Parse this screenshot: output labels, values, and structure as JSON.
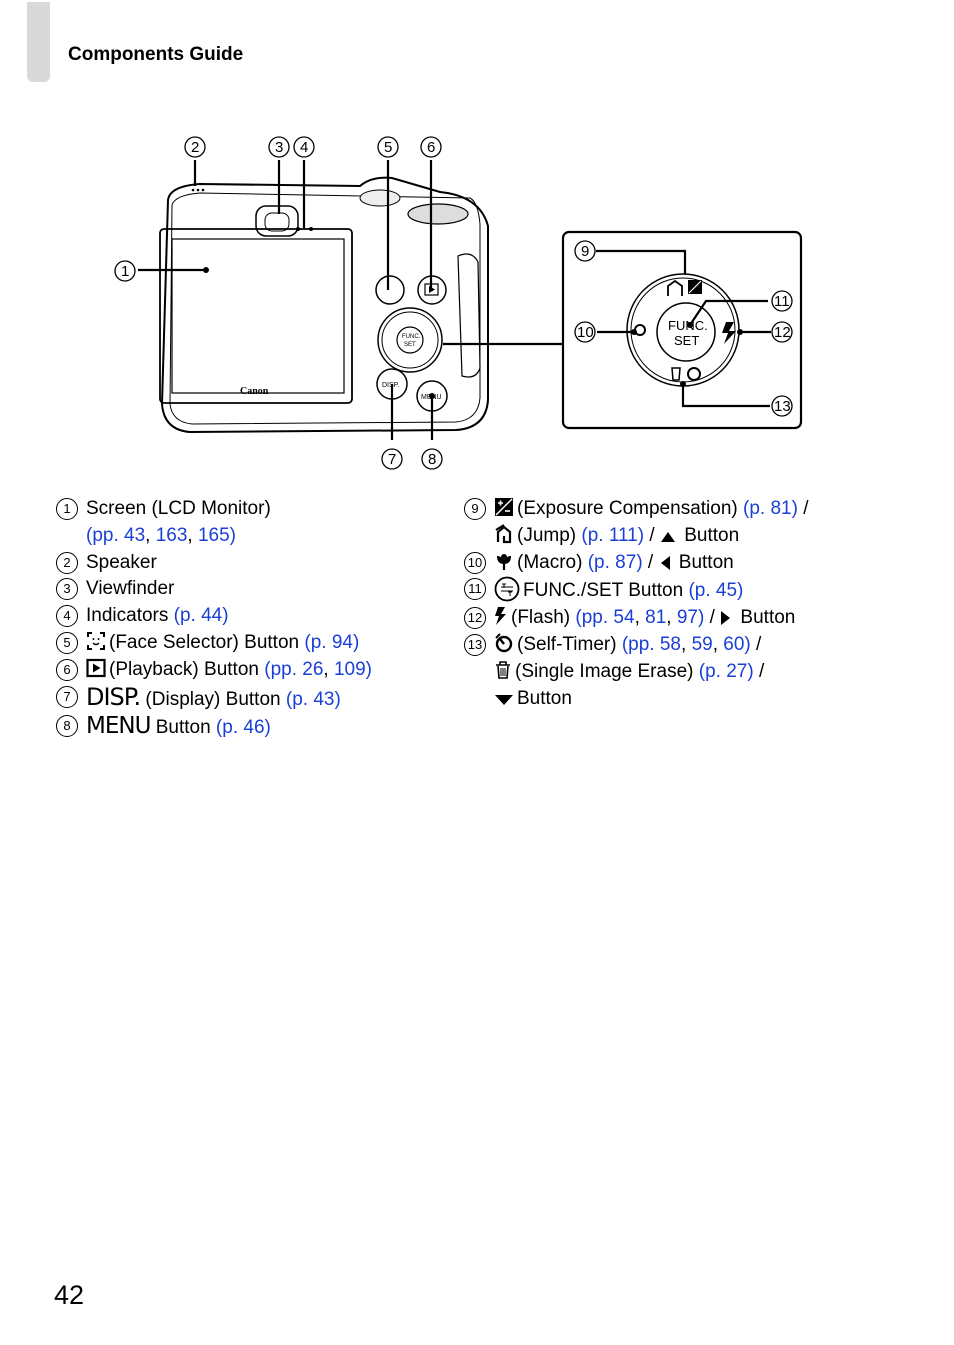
{
  "header": {
    "section_title": "Components Guide"
  },
  "page_number": "42",
  "icons": {
    "face_selector": "face-selector-icon",
    "playback": "playback-icon",
    "disp": "disp-icon",
    "menu": "menu-icon",
    "exposure": "exposure-compensation-icon",
    "jump": "jump-icon",
    "macro": "macro-icon",
    "func_set": "func-set-icon",
    "flash": "flash-icon",
    "self_timer": "self-timer-icon",
    "erase": "trash-icon",
    "up": "up-triangle-icon",
    "left": "left-triangle-icon",
    "right": "right-triangle-icon",
    "down": "down-triangle-icon"
  },
  "link_color": "#1a3fd6",
  "diagram": {
    "callouts": [
      "1",
      "2",
      "3",
      "4",
      "5",
      "6",
      "7",
      "8",
      "9",
      "10",
      "11",
      "12",
      "13"
    ],
    "camera_brand": "Canon",
    "button_labels": {
      "disp": "DISP.",
      "menu": "MENU",
      "func_top": "FUNC.",
      "func_bottom": "SET"
    }
  },
  "legend": {
    "items": [
      {
        "num": "1",
        "segments": [
          {
            "text": "Screen (LCD Monitor)"
          },
          {
            "text": "(pp. 43",
            "link": true
          },
          {
            "text": ", "
          },
          {
            "text": "163",
            "link": true
          },
          {
            "text": ", "
          },
          {
            "text": "165)",
            "link": true
          }
        ]
      },
      {
        "num": "2",
        "segments": [
          {
            "text": "Speaker"
          }
        ]
      },
      {
        "num": "3",
        "segments": [
          {
            "text": "Viewfinder"
          }
        ]
      },
      {
        "num": "4",
        "segments": [
          {
            "text": "Indicators "
          },
          {
            "text": "(p. 44)",
            "link": true
          }
        ]
      },
      {
        "num": "5",
        "segments": [
          {
            "text": "(Face Selector) Button "
          },
          {
            "text": "(p. 94)",
            "link": true
          }
        ]
      },
      {
        "num": "6",
        "segments": [
          {
            "text": "(Playback) Button "
          },
          {
            "text": "(pp. 26",
            "link": true
          },
          {
            "text": ", "
          },
          {
            "text": "109)",
            "link": true
          }
        ]
      },
      {
        "num": "7",
        "segments": [
          {
            "text": "DISP."
          },
          {
            "text": " (Display) Button "
          },
          {
            "text": "(p. 43)",
            "link": true
          }
        ]
      },
      {
        "num": "8",
        "segments": [
          {
            "text": "MENU"
          },
          {
            "text": " Button "
          },
          {
            "text": "(p. 46)",
            "link": true
          }
        ]
      },
      {
        "num": "9",
        "segments": [
          {
            "text": "(Exposure Compensation) "
          },
          {
            "text": "(p. 81)",
            "link": true
          },
          {
            "text": " /"
          },
          {
            "text": "(Jump) "
          },
          {
            "text": "(p. 111)",
            "link": true
          },
          {
            "text": " / "
          },
          {
            "text": " Button"
          }
        ]
      },
      {
        "num": "10",
        "segments": [
          {
            "text": "(Macro) "
          },
          {
            "text": "(p. 87)",
            "link": true
          },
          {
            "text": " / "
          },
          {
            "text": " Button"
          }
        ]
      },
      {
        "num": "11",
        "segments": [
          {
            "text": "FUNC./SET Button "
          },
          {
            "text": "(p. 45)",
            "link": true
          }
        ]
      },
      {
        "num": "12",
        "segments": [
          {
            "text": "(Flash) "
          },
          {
            "text": "(pp. 54",
            "link": true
          },
          {
            "text": ", "
          },
          {
            "text": "81",
            "link": true
          },
          {
            "text": ", "
          },
          {
            "text": "97)",
            "link": true
          },
          {
            "text": " / "
          },
          {
            "text": " Button"
          }
        ]
      },
      {
        "num": "13",
        "segments": [
          {
            "text": "(Self-Timer) "
          },
          {
            "text": "(pp. 58",
            "link": true
          },
          {
            "text": ", "
          },
          {
            "text": "59",
            "link": true
          },
          {
            "text": ", "
          },
          {
            "text": "60)",
            "link": true
          },
          {
            "text": " /"
          },
          {
            "text": "(Single Image Erase) "
          },
          {
            "text": "(p. 27)",
            "link": true
          },
          {
            "text": " /"
          },
          {
            "text": "Button"
          }
        ]
      }
    ]
  }
}
